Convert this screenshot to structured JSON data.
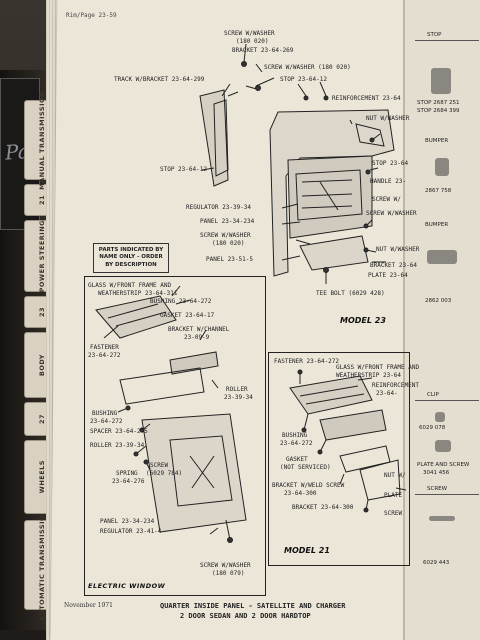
{
  "page": {
    "header": "Rim/Page 23-59",
    "note": "PARTS INDICATED BY NAME ONLY - ORDER BY DESCRIPTION",
    "model_23": "MODEL 23",
    "model_21": "MODEL 21",
    "electric_window": "ELECTRIC WINDOW",
    "footer_line1": "QUARTER INSIDE PANEL - SATELLITE AND CHARGER",
    "footer_line2": "2 DOOR SEDAN AND 2 DOOR HARDTOP",
    "date": "November 1971"
  },
  "tabs": [
    "AUTOMATIC TRANSMISSION",
    "WHEELS",
    "27",
    "BODY",
    "23",
    "POWER STEERING",
    "21",
    "MANUAL TRANSMISSION"
  ],
  "left_card": "Park",
  "labels": {
    "screw_washer_top": "SCREW W/WASHER",
    "screw_washer_top_pn": "(180 020)",
    "bracket_269": "BRACKET 23-64-269",
    "screw_washer_mid": "SCREW W/WASHER (180 020)",
    "stop_212": "STOP 23-64-12",
    "track_bracket": "TRACK W/BRACKET 23-64-299",
    "reinforcement": "REINFORCEMENT 23-64",
    "nut_washer": "NUT W/WASHER",
    "stop_12b": "STOP 23-64-12",
    "stop_r": "STOP 23-64",
    "handle": "HANDLE 23-",
    "screw_r": "SCREW W/",
    "screw_r2": "SCREW W/WASHER",
    "regulator": "REGULATOR 23-39-34",
    "panel_234": "PANEL 23-34-234",
    "screw_washer_b": "SCREW W/WASHER",
    "screw_washer_b_pn": "(180 020)",
    "panel_515": "PANEL 23-51-5",
    "nut_r2": "NUT W/WASHER",
    "bracket_r": "BRACKET 23-64",
    "plate": "PLATE 23-64",
    "tee_bolt": "TEE BOLT (6029 428)",
    "glass_front": "GLASS W/FRONT FRAME AND",
    "weatherstrip": "WEATHERSTRIP 23-64-311",
    "bushing_272": "BUSHING 23-64-272",
    "gasket_17": "GASKET 23-64-17",
    "bracket_channel": "BRACKET W/CHANNEL",
    "bracket_channel_pn": "23-09-9",
    "fastener_l": "FASTENER",
    "fastener_l_pn": "23-64-272",
    "roller_r": "ROLLER",
    "roller_r_pn": "23-39-34",
    "bushing_l": "BUSHING",
    "bushing_l_pn": "23-64-272",
    "spacer": "SPACER 23-64-275",
    "roller_l": "ROLLER 23-39-34",
    "screw_784": "SCREW",
    "screw_784_pn": "(6029 784)",
    "spring": "SPRING",
    "spring_pn": "23-64-276",
    "panel_e": "PANEL 23-34-234",
    "regulator_e": "REGULATOR 23-41-4",
    "screw_079": "SCREW W/WASHER",
    "screw_079_pn": "(180 079)",
    "fastener_21": "FASTENER 23-64-272",
    "glass_21": "GLASS W/FRONT FRAME AND",
    "weatherstrip_21": "WEATHERSTRIP 23-64",
    "reinforcement_21": "REINFORCEMENT",
    "reinforcement_21_pn": "23-64-",
    "bushing_21": "BUSHING",
    "bushing_21_pn": "23-64-272",
    "gasket_21": "GASKET",
    "gasket_21_note": "(NOT SERVICED)",
    "bracket_weld": "BRACKET W/WELD SCREW",
    "bracket_weld_pn": "23-64-300",
    "bracket_300": "BRACKET 23-64-300",
    "nut_21": "NUT W/",
    "plate_21": "PLATE",
    "screw_21": "SCREW"
  },
  "right_page": {
    "stop": "STOP",
    "stop_pn1": "STOP 2687 251",
    "stop_pn2": "STOP 2684 399",
    "bumper": "BUMPER",
    "bumper_pn": "2867 758",
    "bumper2": "BUMPER",
    "bumper2_pn": "2862 003",
    "clip": "CLIP",
    "clip_pn": "6029 078",
    "plate_screw": "PLATE AND SCREW",
    "plate_screw_pn": "3041 456",
    "screw": "SCREW",
    "screw_pn": "6029 443"
  }
}
